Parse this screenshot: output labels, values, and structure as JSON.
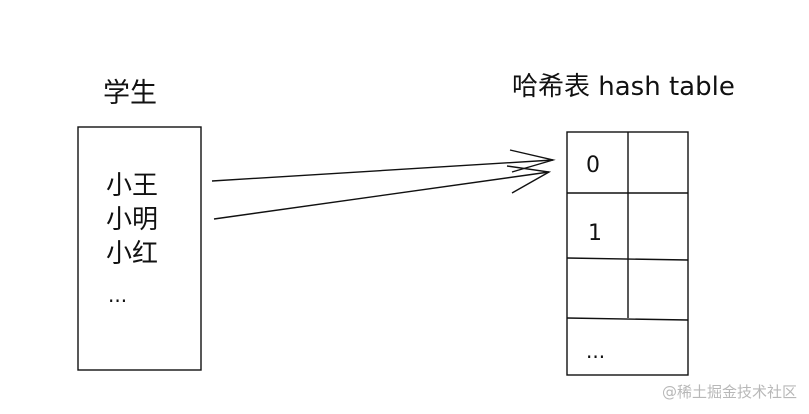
{
  "students": {
    "title": "学生",
    "items": [
      "小王",
      "小明",
      "小红",
      "..."
    ]
  },
  "hash_table": {
    "title": "哈希表 hash table",
    "rows": [
      "0",
      "1",
      "",
      "..."
    ]
  },
  "watermark": "@稀土掘金技术社区",
  "colors": {
    "line": "#111111",
    "text": "#111111",
    "watermark": "#b8b8b8"
  }
}
